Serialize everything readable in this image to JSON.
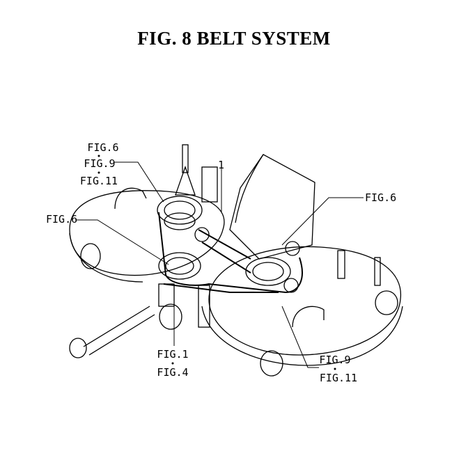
{
  "title": "FIG. 8  BELT SYSTEM",
  "callouts": {
    "top_left": [
      "FIG.6",
      "FIG.9",
      "FIG.11"
    ],
    "left": "FIG.6",
    "part_number": "1",
    "right": "FIG.6",
    "bottom_left": [
      "FIG.1",
      "FIG.4"
    ],
    "bottom_right": [
      "FIG.9",
      "FIG.11"
    ]
  },
  "colors": {
    "ink": "#000000",
    "background": "#ffffff"
  }
}
